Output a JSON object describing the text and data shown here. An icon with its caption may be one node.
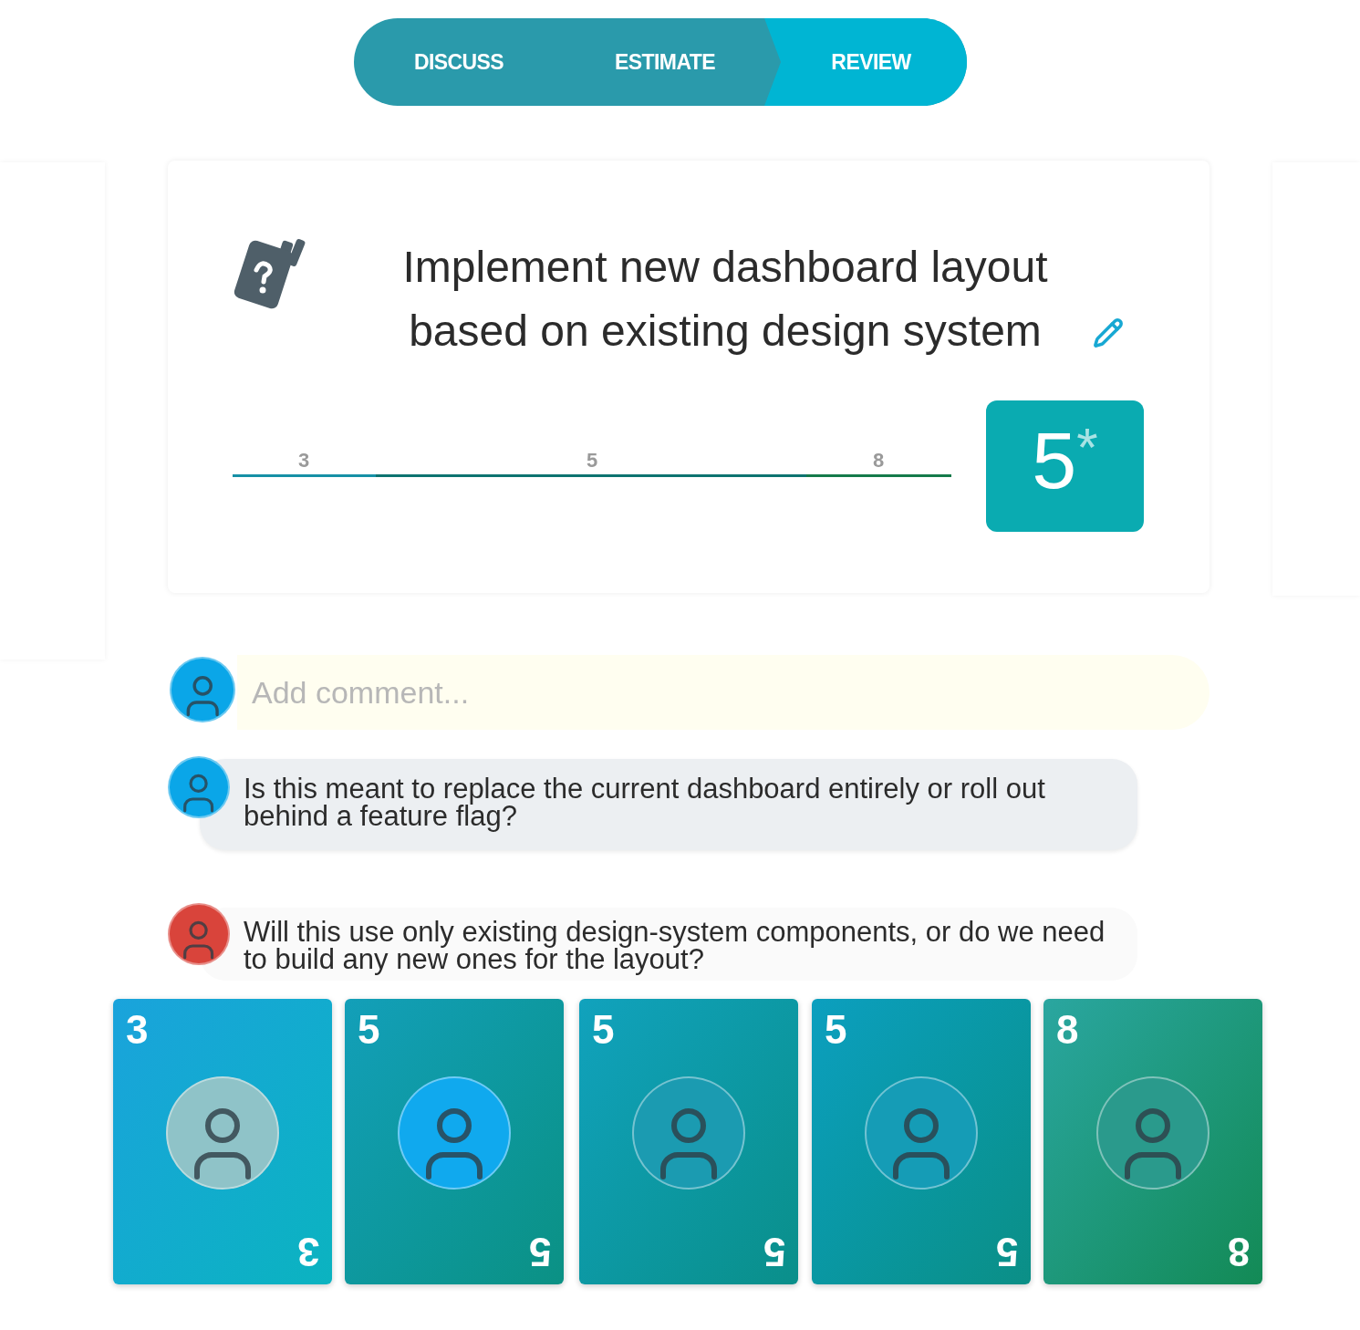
{
  "diagram": {
    "nodes": [
      {
        "text": [
          "DISCUSS"
        ]
      },
      {
        "text": [
          "ESTIMATE"
        ]
      },
      {
        "text": [
          "REVIEW"
        ]
      },
      {
        "text": [],
        "shape": "box"
      },
      {
        "text": [
          "Implement new dashboard layout based on existing design system"
        ],
        "in": 3
      },
      {
        "text": [
          "5",
          "*"
        ],
        "in": 3
      },
      {
        "text": [
          "Add comment..."
        ]
      },
      {
        "text": [
          "Is this meant to replace the current dashboard entirely or roll out behind a feature flag?"
        ]
      },
      {
        "text": [
          "Will this use only existing design-system components, or do we need to build any new ones for the layout?"
        ]
      },
      {
        "text": [
          "3",
          "3"
        ]
      },
      {
        "text": [
          "5",
          "5"
        ]
      },
      {
        "text": [
          "5",
          "5"
        ]
      },
      {
        "text": [
          "5",
          "5"
        ]
      },
      {
        "text": [
          "8",
          "8"
        ]
      }
    ],
    "labels": [
      "3",
      "5",
      "8"
    ]
  }
}
